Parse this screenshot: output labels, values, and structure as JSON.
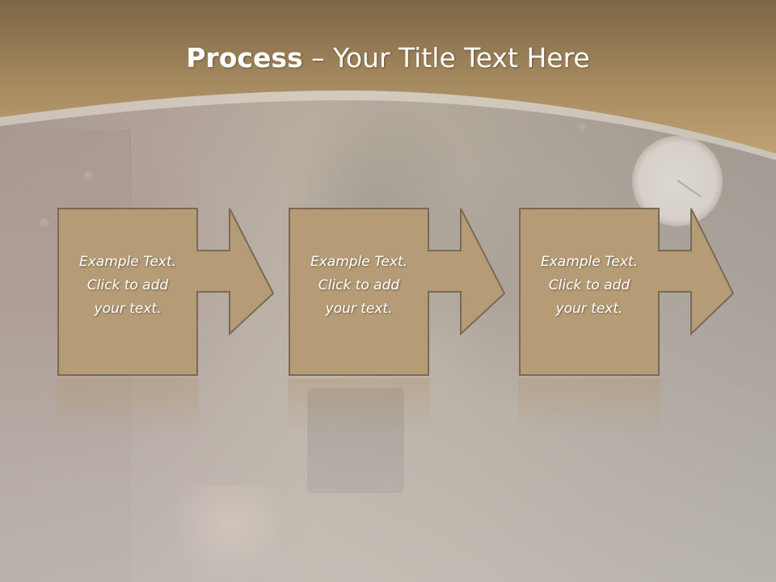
{
  "title": {
    "bold": "Process",
    "rest": " – Your Title Text Here"
  },
  "steps": [
    {
      "line1": "Example Text.",
      "line2": "Click  to add",
      "line3": "your text."
    },
    {
      "line1": "Example Text.",
      "line2": "Click  to add",
      "line3": "your text."
    },
    {
      "line1": "Example Text.",
      "line2": "Click  to add",
      "line3": "your text."
    }
  ],
  "colors": {
    "header_top": "#7d6647",
    "header_bottom": "#b89a6b",
    "box_fill": "#b59c77",
    "box_border": "#7a6a55",
    "text": "#ffffff"
  }
}
